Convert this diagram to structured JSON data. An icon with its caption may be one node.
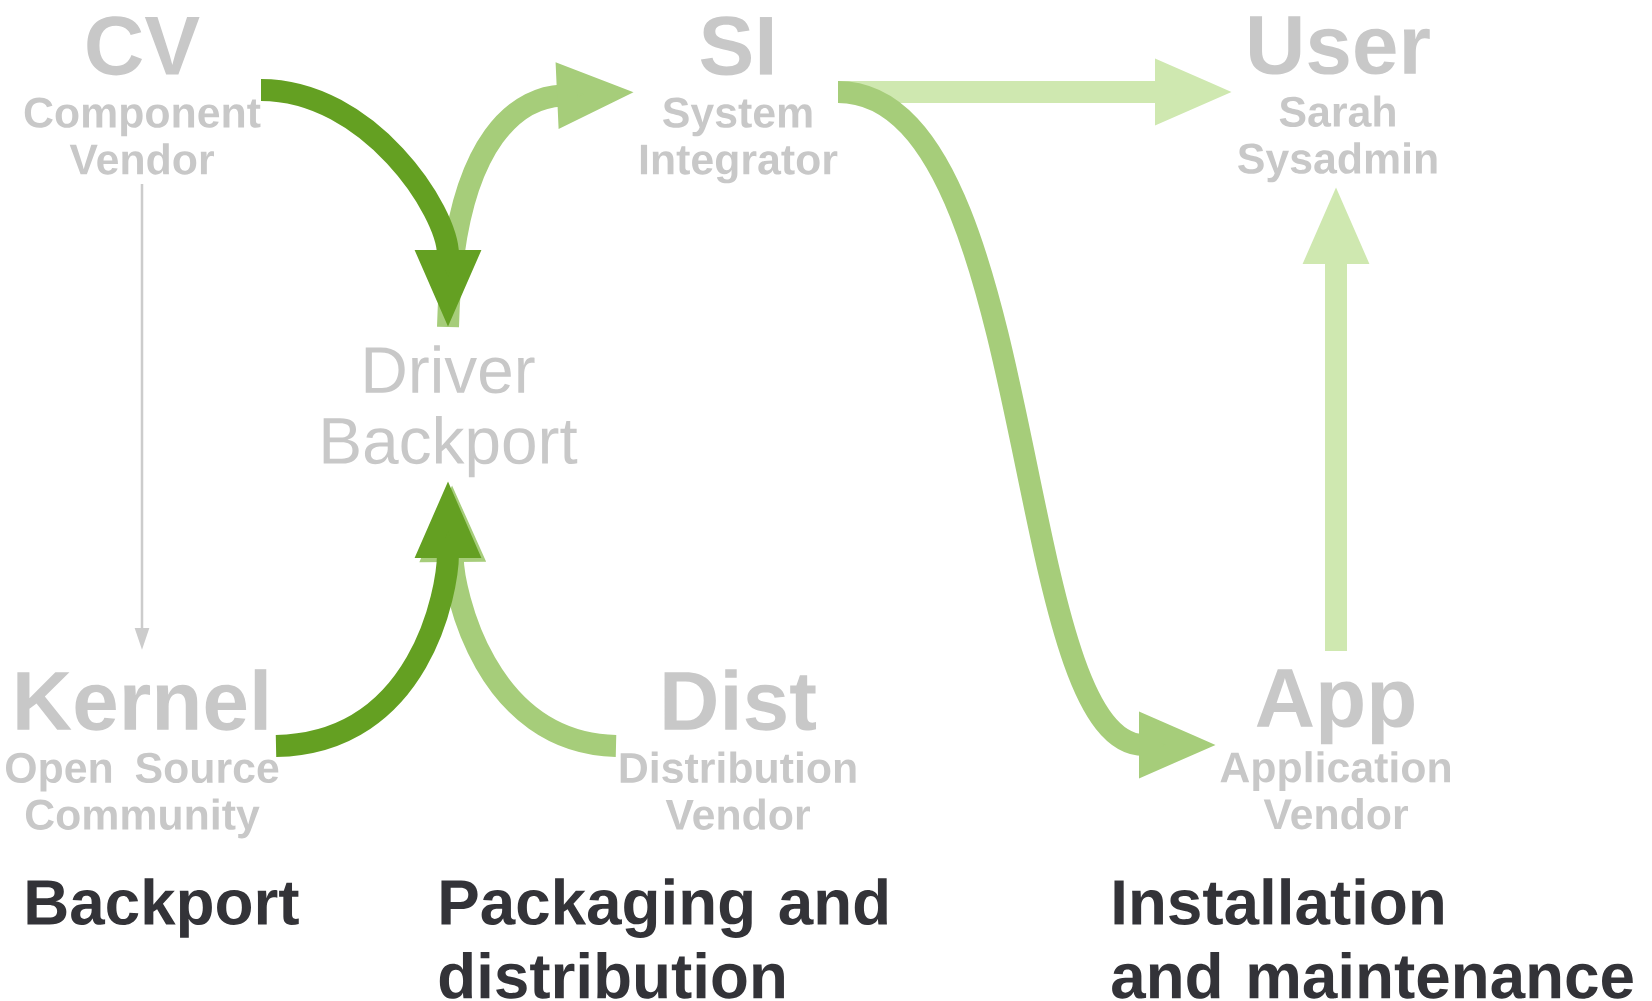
{
  "diagram": {
    "nodes": [
      {
        "text": [
          "CV",
          "Component Vendor"
        ]
      },
      {
        "text": [
          "SI",
          "System Integrator"
        ]
      },
      {
        "text": [
          "User",
          "Sarah Sysadmin"
        ]
      },
      {
        "text": [
          "Driver Backport"
        ]
      },
      {
        "text": [
          "Kernel",
          "Open Source Community"
        ]
      },
      {
        "text": [
          "Dist",
          "Distribution Vendor"
        ]
      },
      {
        "text": [
          "App",
          "Application Vendor"
        ]
      }
    ],
    "edges": [
      {
        "from": 0,
        "to": 4,
        "arrow": "to",
        "color": "#cccccc"
      },
      {
        "from": 3,
        "to": 1,
        "arrow": "to"
      },
      {
        "from": 0,
        "to": 3,
        "arrow": "to",
        "color": "#64a022"
      },
      {
        "from": 5,
        "to": 3,
        "arrow": "to"
      },
      {
        "from": 4,
        "to": 3,
        "arrow": "to",
        "color": "#64a022"
      },
      {
        "from": 1,
        "to": 2,
        "arrow": "to",
        "color": "#cfe8b0"
      },
      {
        "from": 1,
        "to": 6,
        "arrow": "to"
      },
      {
        "from": 6,
        "to": 2,
        "arrow": "to",
        "color": "#cfe8b0"
      }
    ],
    "labels": [
      "Backport",
      "Packaging and distribution",
      "Installation and maintenance"
    ]
  }
}
